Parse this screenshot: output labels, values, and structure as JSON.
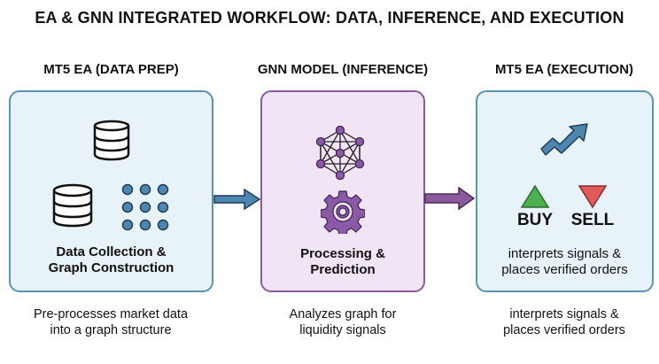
{
  "title": "EA & GNN INTEGRATED WORKFLOW: DATA, INFERENCE, AND EXECUTION",
  "colors": {
    "blue_box": "#e8f2f9",
    "blue_border": "#5b93b3",
    "purple_box": "#f1e4f4",
    "purple_border": "#8a5a9c",
    "buy": "#4caf50",
    "sell": "#e05a5a",
    "arrow_blue": "#4f86b0",
    "arrow_purple": "#8a5a9c"
  },
  "stages": [
    {
      "heading": "MT5 EA (DATA PREP)",
      "label": "Data Collection & Graph Construction",
      "label_lines": [
        "Data Collection &",
        "Graph Construction"
      ],
      "caption_lines": [
        "Pre-processes market data",
        "into a graph structure"
      ],
      "icons": [
        "database-icon",
        "database-icon",
        "dot-grid-icon"
      ]
    },
    {
      "heading": "GNN MODEL (INFERENCE)",
      "label_lines": [
        "Processing &",
        "Prediction"
      ],
      "caption_lines": [
        "Analyzes graph for",
        "liquidity signals"
      ],
      "icons": [
        "neural-network-icon",
        "gear-icon"
      ]
    },
    {
      "heading": "MT5 EA (EXECUTION)",
      "buy": "BUY",
      "sell": "SELL",
      "body_lines": [
        "interprets signals &",
        "places verified orders"
      ],
      "caption_lines": [
        "interprets signals &",
        "places verified orders"
      ],
      "icons": [
        "trend-up-arrow-icon",
        "buy-triangle-icon",
        "sell-triangle-icon"
      ]
    }
  ]
}
